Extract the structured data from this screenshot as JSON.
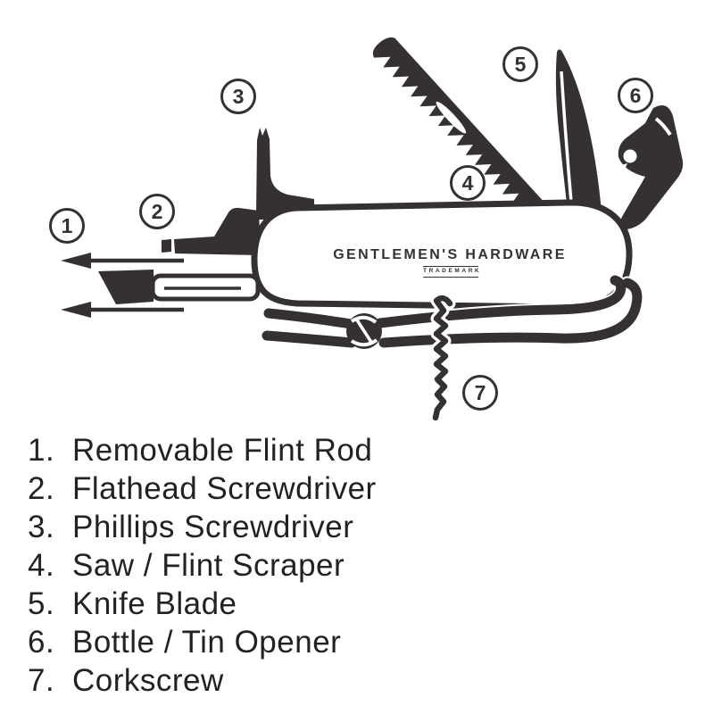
{
  "diagram": {
    "brand_title": "GENTLEMEN'S HARDWARE",
    "brand_trademark": "TRADEMARK",
    "callouts": [
      "1",
      "2",
      "3",
      "4",
      "5",
      "6",
      "7"
    ]
  },
  "legend": {
    "items": [
      {
        "number": "1.",
        "label": "Removable Flint Rod"
      },
      {
        "number": "2.",
        "label": "Flathead Screwdriver"
      },
      {
        "number": "3.",
        "label": "Phillips Screwdriver"
      },
      {
        "number": "4.",
        "label": "Saw / Flint Scraper"
      },
      {
        "number": "5.",
        "label": "Knife Blade"
      },
      {
        "number": "6.",
        "label": "Bottle / Tin Opener"
      },
      {
        "number": "7.",
        "label": "Corkscrew"
      }
    ]
  },
  "colors": {
    "ink": "#353130",
    "background": "#ffffff"
  }
}
